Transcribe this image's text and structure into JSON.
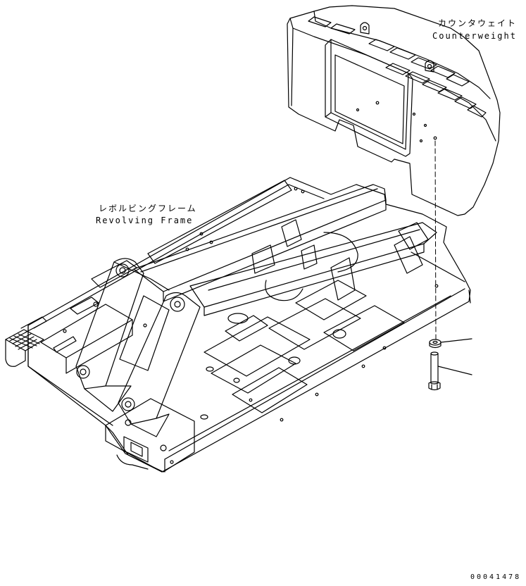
{
  "labels": {
    "counterweight_jp": "カウンタウェイト",
    "counterweight_en": "Counterweight",
    "frame_jp": "レボルビングフレーム",
    "frame_en": "Revolving Frame"
  },
  "document_number": "00041478"
}
